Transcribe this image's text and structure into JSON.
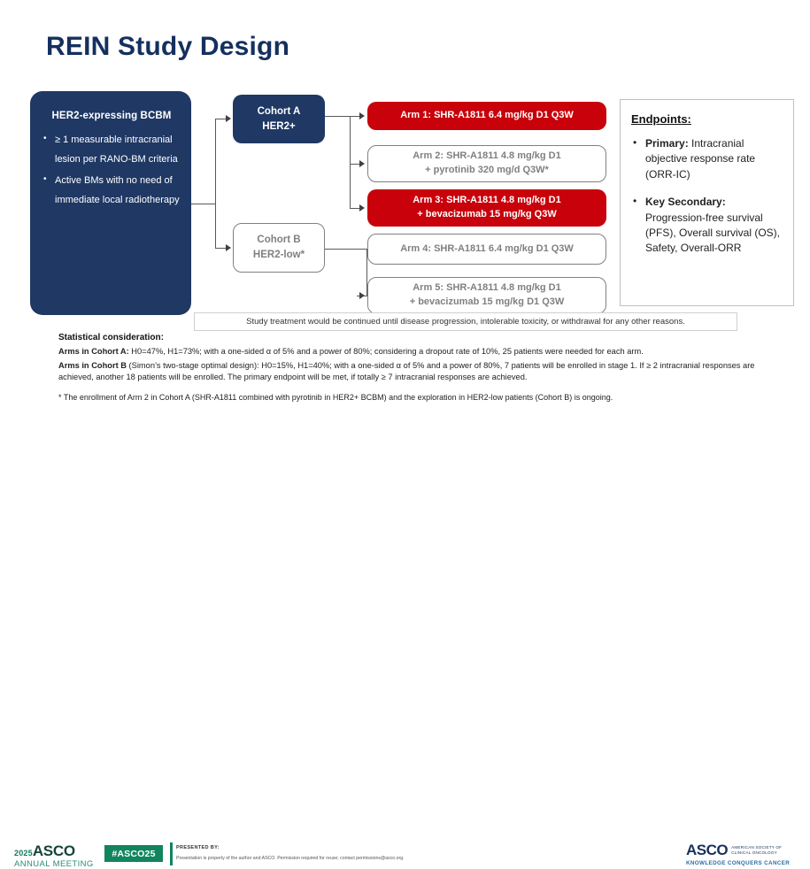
{
  "slide": {
    "title": "REIN Study Design"
  },
  "colors": {
    "navy": "#1f3864",
    "title_navy": "#14305e",
    "red": "#c8010b",
    "outline_gray": "#808080",
    "asco_green": "#11855e",
    "asco_navy": "#16325c"
  },
  "population": {
    "title": "HER2-expressing BCBM",
    "bullets": [
      "≥ 1 measurable intracranial lesion per RANO-BM criteria",
      "Active BMs with no need of immediate local radiotherapy"
    ]
  },
  "cohorts": [
    {
      "name": "Cohort A",
      "detail": "HER2+",
      "style": "navy"
    },
    {
      "name": "Cohort B",
      "detail": "HER2-low*",
      "style": "outline"
    }
  ],
  "arms": [
    {
      "id": "arm-1",
      "style": "red",
      "line1": "Arm 1: SHR-A1811 6.4 mg/kg D1 Q3W",
      "line2": ""
    },
    {
      "id": "arm-2",
      "style": "outline",
      "line1": "Arm 2: SHR-A1811 4.8 mg/kg D1",
      "line2": "+ pyrotinib 320 mg/d Q3W*"
    },
    {
      "id": "arm-3",
      "style": "red",
      "line1": "Arm 3: SHR-A1811 4.8 mg/kg D1",
      "line2": "+ bevacizumab 15 mg/kg Q3W"
    },
    {
      "id": "arm-4",
      "style": "outline",
      "line1": "Arm 4: SHR-A1811 6.4 mg/kg D1 Q3W",
      "line2": ""
    },
    {
      "id": "arm-5",
      "style": "outline",
      "line1": "Arm 5: SHR-A1811 4.8 mg/kg D1",
      "line2": "+ bevacizumab 15 mg/kg D1 Q3W"
    }
  ],
  "endpoints": {
    "title": "Endpoints:",
    "items": [
      {
        "label": "Primary:",
        "text": " Intracranial objective response rate (ORR-IC)"
      },
      {
        "label": "Key Secondary:",
        "text": " Progression-free survival (PFS), Overall survival (OS), Safety, Overall-ORR"
      }
    ]
  },
  "treatment_note": "Study treatment would be continued until disease progression, intolerable toxicity, or withdrawal for any other reasons.",
  "statistics": {
    "heading": "Statistical consideration:",
    "cohort_a_label": "Arms in Cohort A:",
    "cohort_a_text": " H0=47%, H1=73%; with a one-sided α of 5% and a power of 80%; considering a dropout rate of 10%, 25 patients were needed for each arm.",
    "cohort_b_label": "Arms in Cohort B",
    "cohort_b_text": " (Simon’s two-stage optimal design): H0=15%, H1=40%; with a one-sided α of 5% and a power of 80%, 7 patients will be enrolled in stage 1. If ≥ 2 intracranial responses are achieved, another 18 patients will be enrolled. The primary endpoint will be met, if totally ≥ 7 intracranial responses are achieved."
  },
  "footnote": "* The enrollment of Arm 2 in Cohort A (SHR-A1811 combined with pyrotinib in HER2+ BCBM) and the exploration in HER2-low patients (Cohort B) is ongoing.",
  "footer": {
    "year": "2025",
    "asco_word": "ASCO",
    "annual_meeting": "ANNUAL MEETING",
    "hashtag": "#ASCO25",
    "presented_by_label": "PRESENTED BY:",
    "permission_text": "Presentation is property of the author and ASCO. Permission required for reuse; contact permissions@asco.org.",
    "right_logo": "ASCO",
    "right_sub_line1": "AMERICAN SOCIETY OF",
    "right_sub_line2": "CLINICAL ONCOLOGY",
    "right_tagline": "KNOWLEDGE CONQUERS CANCER"
  }
}
